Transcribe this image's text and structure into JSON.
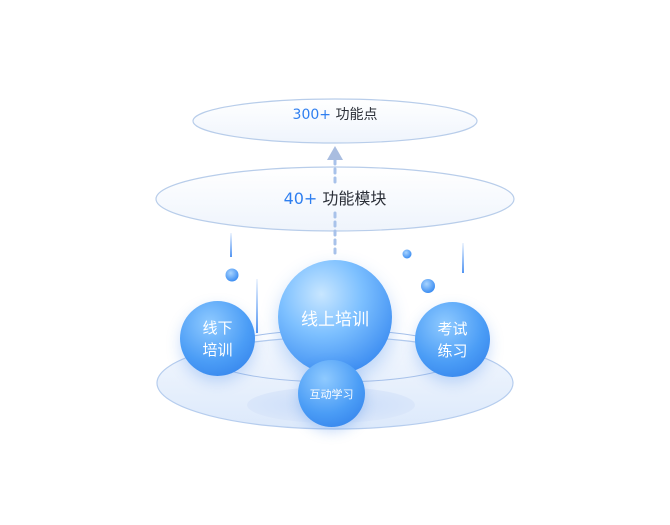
{
  "layers": {
    "top": {
      "count": "300+",
      "label": "功能点"
    },
    "middle": {
      "count": "40+",
      "label": "功能模块"
    }
  },
  "bubbles": {
    "online": {
      "label": "线上培训"
    },
    "offline": {
      "line1": "线下",
      "line2": "培训"
    },
    "exam": {
      "line1": "考试",
      "line2": "练习"
    },
    "interactive": {
      "label": "互动学习"
    }
  },
  "colors": {
    "accent": "#2f7ff0",
    "text": "#2b2f38",
    "ellipse_stroke": "#b8cdea"
  }
}
